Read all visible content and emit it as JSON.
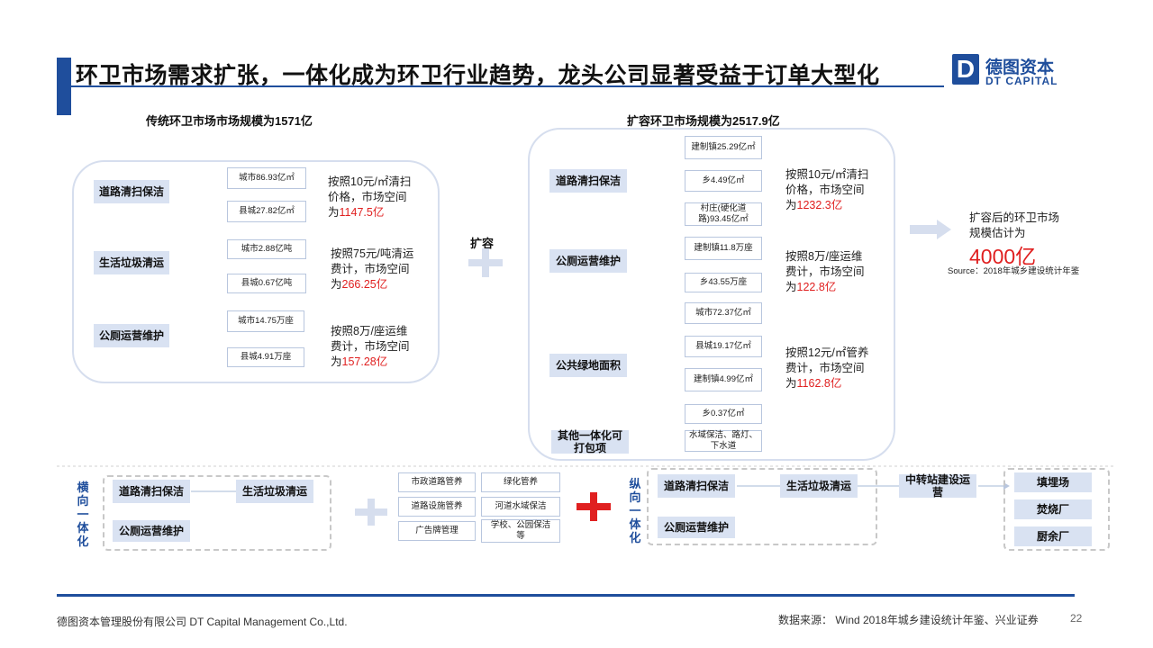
{
  "header": {
    "title": "环卫市场需求扩张，一体化成为环卫行业趋势，龙头公司显著受益于订单大型化",
    "logo_mark": "D",
    "logo_cn": "德图资本",
    "logo_en": "DT CAPITAL"
  },
  "traditional": {
    "title": "传统环卫市场市场规模为1571亿",
    "groups": [
      {
        "cat": "道路清扫保洁",
        "subs": [
          "城市86.93亿㎡",
          "县城27.82亿㎡"
        ],
        "desc": "按照10元/㎡清扫价格，市场空间为",
        "value": "1147.5亿"
      },
      {
        "cat": "生活垃圾清运",
        "subs": [
          "城市2.88亿吨",
          "县城0.67亿吨"
        ],
        "desc": "按照75元/吨清运费计，市场空间为",
        "value": "266.25亿"
      },
      {
        "cat": "公厕运营维护",
        "subs": [
          "城市14.75万座",
          "县城4.91万座"
        ],
        "desc": "按照8万/座运维费计，市场空间为",
        "value": "157.28亿"
      }
    ]
  },
  "plus_label": "扩容",
  "expanded": {
    "title": "扩容环卫市场规模为2517.9亿",
    "groups": [
      {
        "cat": "道路清扫保洁",
        "subs": [
          "建制镇25.29亿㎡",
          "乡4.49亿㎡",
          "村庄(硬化道路)93.45亿㎡"
        ],
        "desc": "按照10元/㎡清扫价格，市场空间为",
        "value": "1232.3亿"
      },
      {
        "cat": "公厕运营维护",
        "subs": [
          "建制镇11.8万座",
          "乡43.55万座"
        ],
        "desc": "按照8万/座运维费计，市场空间为",
        "value": "122.8亿"
      },
      {
        "cat": "公共绿地面积",
        "subs": [
          "城市72.37亿㎡",
          "县城19.17亿㎡",
          "建制镇4.99亿㎡",
          "乡0.37亿㎡"
        ],
        "desc": "按照12元/㎡管养费计，市场空间为",
        "value": "1162.8亿"
      },
      {
        "cat": "其他一体化可打包项",
        "subs": [
          "水域保洁、路灯、下水道"
        ],
        "desc": "",
        "value": ""
      }
    ]
  },
  "result": {
    "line1": "扩容后的环卫市场规模估计为",
    "value": "4000亿",
    "source": "Source：2018年城乡建设统计年鉴"
  },
  "horizontal": {
    "label": "横向一体化",
    "items": [
      "道路清扫保洁",
      "生活垃圾清运",
      "公厕运营维护"
    ],
    "extras": [
      "市政道路管养",
      "绿化管养",
      "道路设施管养",
      "河道水域保洁",
      "广告牌管理",
      "学校、公园保洁等"
    ]
  },
  "vertical": {
    "label": "纵向一体化",
    "items": [
      "道路清扫保洁",
      "生活垃圾清运",
      "公厕运营维护"
    ],
    "transfer": "中转站建设运营",
    "ends": [
      "填埋场",
      "焚烧厂",
      "厨余厂"
    ]
  },
  "footer": {
    "company": "德图资本管理股份有限公司  DT Capital Management Co.,Ltd.",
    "source": "数据来源： Wind 2018年城乡建设统计年鉴、兴业证券",
    "page": "22"
  },
  "colors": {
    "brand": "#1f4e9c",
    "accent_red": "#e02020",
    "box_fill": "#d9e2f2"
  }
}
